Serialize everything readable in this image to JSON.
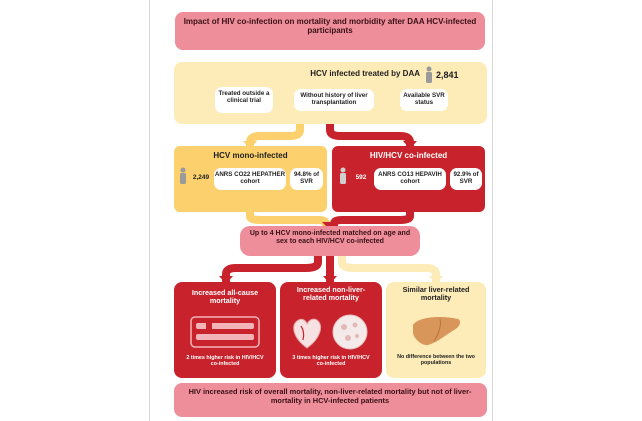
{
  "title": "Impact of HIV co-infection on mortality and morbidity after DAA HCV-infected participants",
  "treated": {
    "title": "HCV infected treated by DAA",
    "count": "2,841",
    "criteria": [
      "Treated outside a clinical trial",
      "Without history of liver transplantation",
      "Available SVR status"
    ]
  },
  "mono": {
    "title": "HCV mono-infected",
    "count": "2,249",
    "cohort": "ANRS CO22 HEPATHER cohort",
    "svr": "94.8% of SVR"
  },
  "coinfected": {
    "title": "HIV/HCV co-infected",
    "count": "592",
    "cohort": "ANRS CO13 HEPAVIH cohort",
    "svr": "92.9% of SVR"
  },
  "matching": "Up to 4 HCV mono-infected matched on age and sex to each HIV/HCV co-infected",
  "outcomes": [
    {
      "title": "Increased all-cause mortality",
      "foot": "2 times higher risk in HIV/HCV co-infected"
    },
    {
      "title": "Increased non-liver-related mortality",
      "foot": "3 times higher risk in HIV/HCV co-infected"
    },
    {
      "title": "Similar liver-related mortality",
      "foot": "No difference between the two populations"
    }
  ],
  "conclusion": "HIV increased risk of overall mortality, non-liver-related mortality but not of liver-mortality in HCV-infected patients",
  "colors": {
    "pink": "#ed8e9a",
    "cream": "#fdebb8",
    "yellow": "#fbd06d",
    "red": "#c8232c"
  },
  "icons": [
    "person-icon",
    "document-icon",
    "heart-icon",
    "cell-icon",
    "liver-icon"
  ]
}
